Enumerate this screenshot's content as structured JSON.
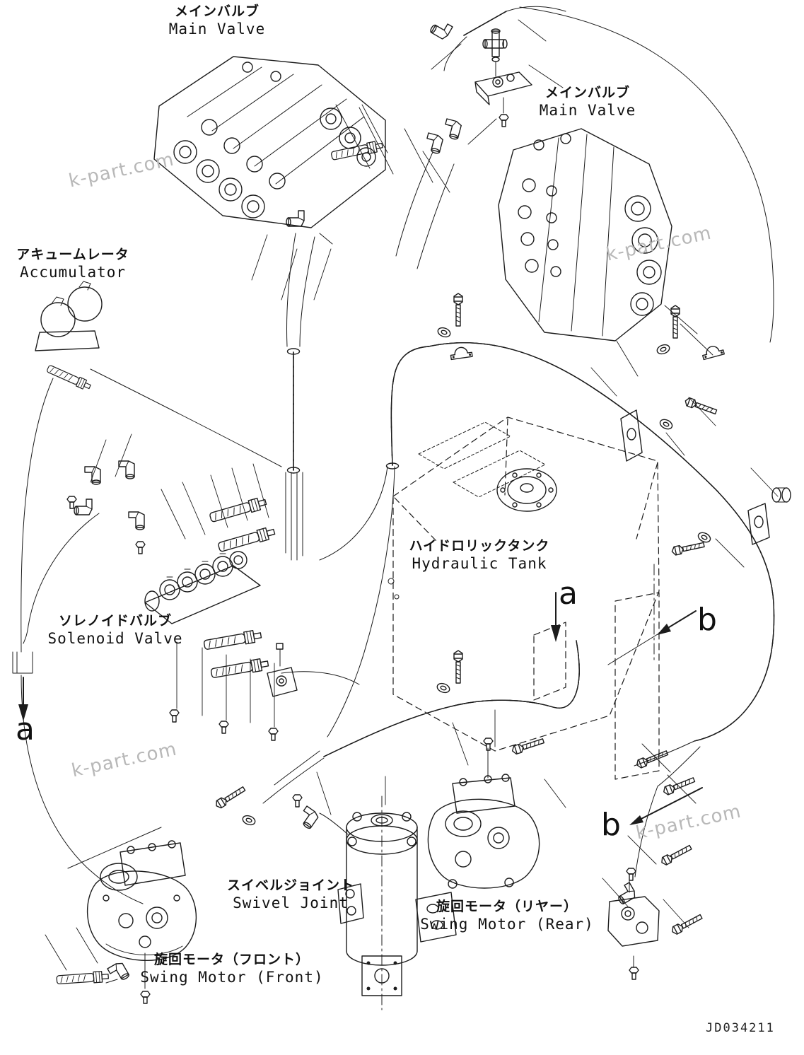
{
  "colors": {
    "ink": "#1c1c1c",
    "background": "#ffffff",
    "watermark": "#b8b8b8"
  },
  "drawing_number": "JD034211",
  "watermark": {
    "text": "k-part.com"
  },
  "section_markers": {
    "a": "a",
    "b": "b"
  },
  "labels": {
    "main_valve_left": {
      "ja": "メインバルブ",
      "en": "Main Valve"
    },
    "main_valve_right": {
      "ja": "メインバルブ",
      "en": "Main Valve"
    },
    "accumulator": {
      "ja": "アキュームレータ",
      "en": "Accumulator"
    },
    "solenoid_valve": {
      "ja": "ソレノイドバルブ",
      "en": "Solenoid Valve"
    },
    "hydraulic_tank": {
      "ja": "ハイドロリックタンク",
      "en": "Hydraulic Tank"
    },
    "swivel_joint": {
      "ja": "スイベルジョイント",
      "en": "Swivel Joint"
    },
    "swing_motor_rear": {
      "ja": "旋回モータ（リヤー）",
      "en": "Swing Motor (Rear)"
    },
    "swing_motor_front": {
      "ja": "旋回モータ（フロント）",
      "en": "Swing Motor (Front)"
    }
  }
}
